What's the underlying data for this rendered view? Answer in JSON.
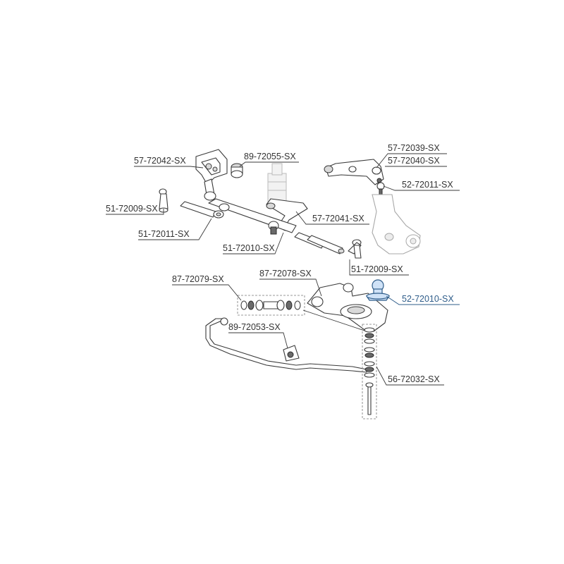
{
  "colors": {
    "line": "#3a3a3a",
    "highlight": "#2f5d8a",
    "highlight_fill": "#cfe2f7"
  },
  "callouts": {
    "c1": {
      "label": "57-72042-SX"
    },
    "c2": {
      "label": "89-72055-SX"
    },
    "c3": {
      "label": "57-72039-SX"
    },
    "c4": {
      "label": "57-72040-SX"
    },
    "c5": {
      "label": "52-72011-SX"
    },
    "c6": {
      "label": "51-72009-SX"
    },
    "c7": {
      "label": "57-72041-SX"
    },
    "c8": {
      "label": "51-72011-SX"
    },
    "c9": {
      "label": "51-72010-SX"
    },
    "c10": {
      "label": "51-72009-SX"
    },
    "c11": {
      "label": "87-72079-SX"
    },
    "c12": {
      "label": "87-72078-SX"
    },
    "c13": {
      "label": "52-72010-SX",
      "highlighted": true
    },
    "c14": {
      "label": "89-72053-SX"
    },
    "c15": {
      "label": "56-72032-SX"
    }
  }
}
